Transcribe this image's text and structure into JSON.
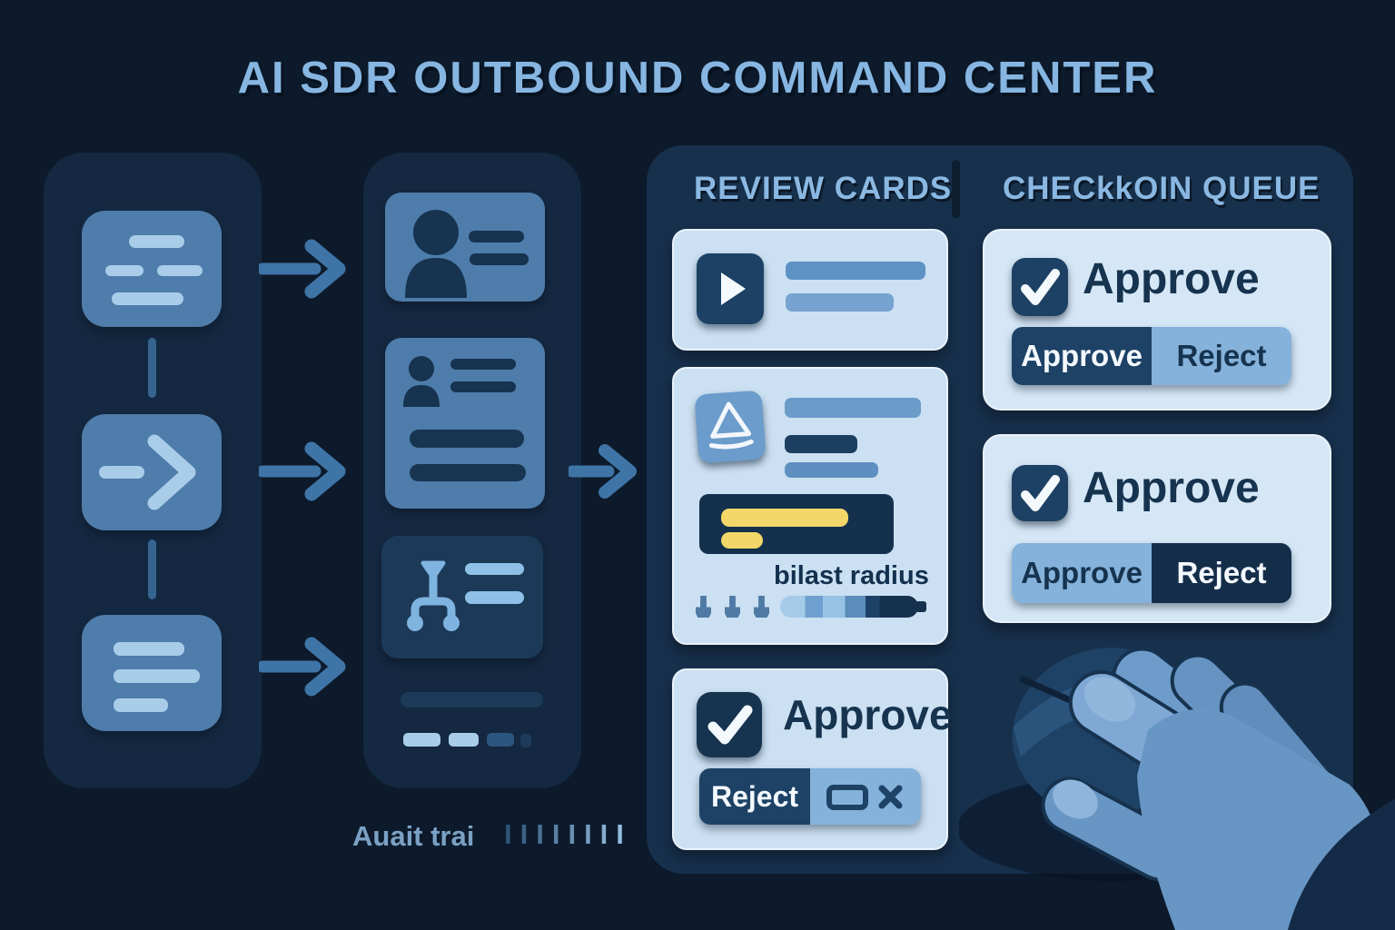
{
  "title": "AI SDR OUTBOUND COMMAND CENTER",
  "command_panel": {
    "review_header": "REVIEW CARDS",
    "checkin_header": "CHECkkOIN QUEUE"
  },
  "review_cards": {
    "blast_card": {
      "label": "bilast radius"
    },
    "approve_card": {
      "heading": "Approve",
      "reject_label": "Reject"
    }
  },
  "checkin_queue": {
    "cards": [
      {
        "heading": "Approve",
        "approve_label": "Approve",
        "reject_label": "Reject",
        "selected": "approve"
      },
      {
        "heading": "Approve",
        "approve_label": "Approve",
        "reject_label": "Reject",
        "selected": "reject"
      }
    ]
  },
  "audit": {
    "caption": "Auait trai",
    "ticks": "IIIIIIII"
  },
  "colors": {
    "background": "#0c1a2b",
    "panel": "#142841",
    "command_panel": "#17304c",
    "card_light": "#cbe0f2",
    "card_lighter": "#d5e7f6",
    "tile_blue": "#4e7cab",
    "accent_light": "#a9cde9",
    "button_dark": "#1d4266",
    "button_medium": "#85b2da",
    "highlight_yellow": "#f3d768",
    "heading_blue": "#8ab8e2",
    "text_dark": "#16334f",
    "arrow": "#3f74a6"
  }
}
